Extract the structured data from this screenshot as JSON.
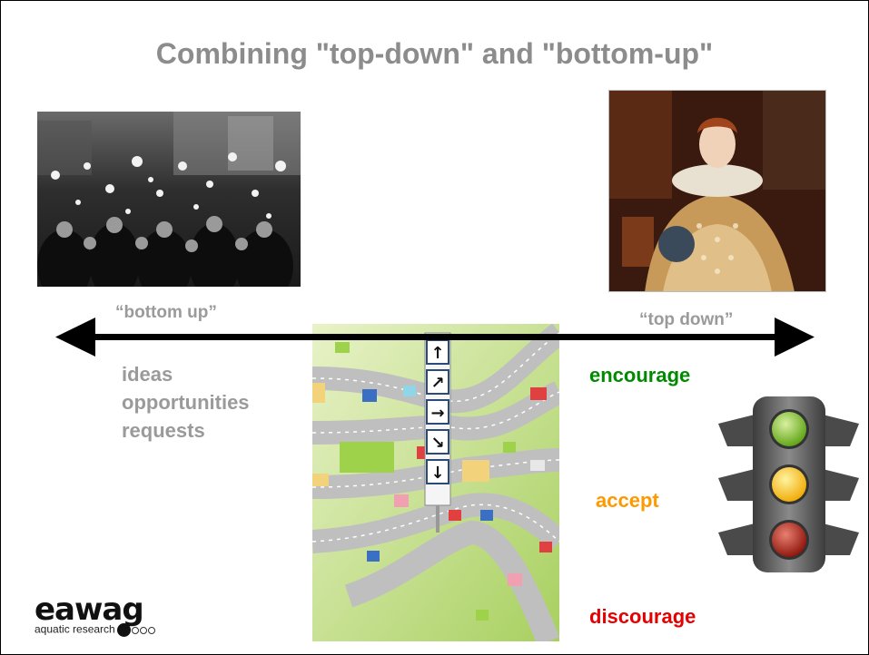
{
  "title": "Combining \"top-down\" and \"bottom-up\"",
  "left_label": "“bottom up”",
  "right_label": "“top down”",
  "bottom_up_items": [
    "ideas",
    "opportunities",
    "requests"
  ],
  "top_down_actions": [
    {
      "label": "encourage",
      "color": "#008a00"
    },
    {
      "label": "accept",
      "color": "#ff9900"
    },
    {
      "label": "discourage",
      "color": "#e60000"
    }
  ],
  "signpost_arrows": [
    "↑",
    "↗",
    "→",
    "↘",
    "↓"
  ],
  "logo": {
    "name": "eawag",
    "tagline": "aquatic research"
  },
  "colors": {
    "title": "#8c8c8c",
    "gray_text": "#9a9a9a",
    "arrow": "#000000"
  }
}
